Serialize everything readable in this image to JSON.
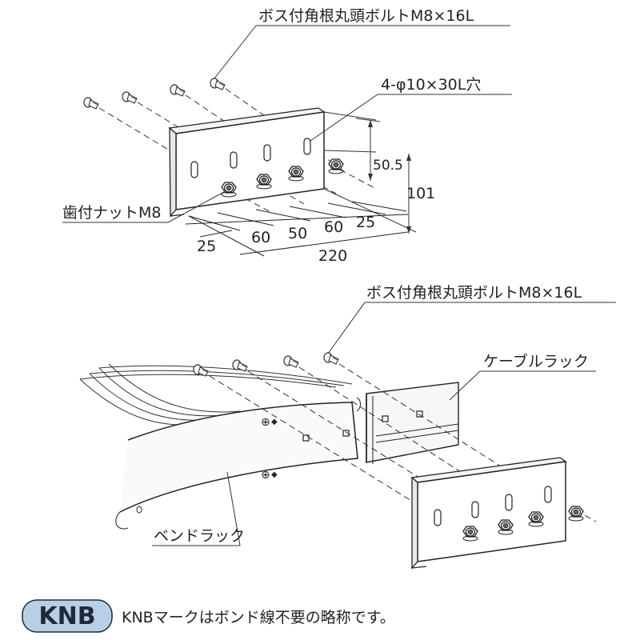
{
  "top_figure": {
    "bolt_label": "ボス付角根丸頭ボルトM8×16L",
    "hole_label": "4-φ10×30L穴",
    "nut_label": "歯付ナットM8",
    "dims": {
      "d50_5": "50.5",
      "d101": "101",
      "d25_left": "25",
      "d60_a": "60",
      "d50": "50",
      "d60_b": "60",
      "d25_right": "25",
      "d220": "220"
    }
  },
  "bottom_figure": {
    "bolt_label": "ボス付角根丸頭ボルトM8×16L",
    "cable_rack_label": "ケーブルラック",
    "bend_rack_label": "ベンドラック"
  },
  "footer": {
    "badge": "KNB",
    "note": "KNBマークはボンド線不要の略称です。",
    "badge_color": "#b9cfe6"
  }
}
